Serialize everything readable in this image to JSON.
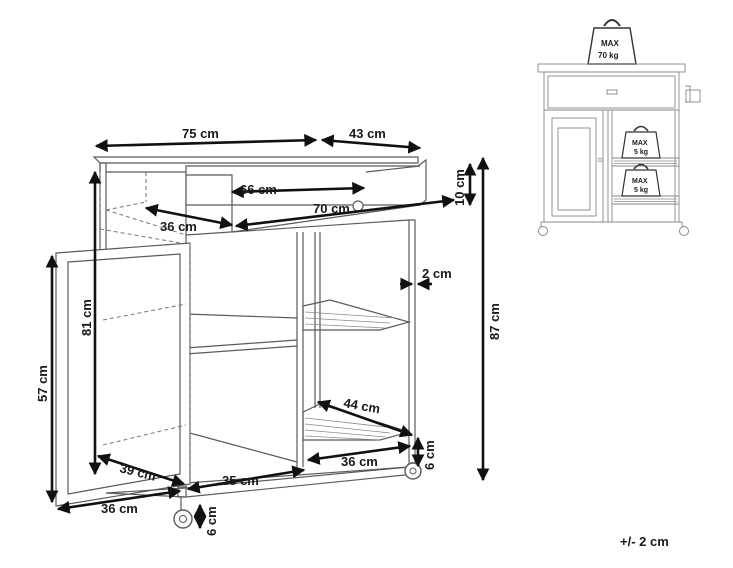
{
  "dimensions": {
    "top_width": "75 cm",
    "top_depth": "43 cm",
    "drawer_width": "66 cm",
    "drawer_depth": "36 cm",
    "drawer_opening": "70 cm",
    "drawer_height": "10 cm",
    "side_gap": "2 cm",
    "inner_height": "81 cm",
    "total_height": "87 cm",
    "door_height": "57 cm",
    "shelf_depth": "44 cm",
    "shelf_width": "36 cm",
    "cabinet_depth": "39 cm",
    "cabinet_width": "35 cm",
    "door_width": "36 cm",
    "wheel_height_right": "6 cm",
    "wheel_height_left": "6 cm"
  },
  "load_limits": {
    "max_label": "MAX",
    "top_load": "70 kg",
    "shelf_load_1": "5 kg",
    "shelf_load_2": "5 kg"
  },
  "tolerance": "+/- 2 cm"
}
